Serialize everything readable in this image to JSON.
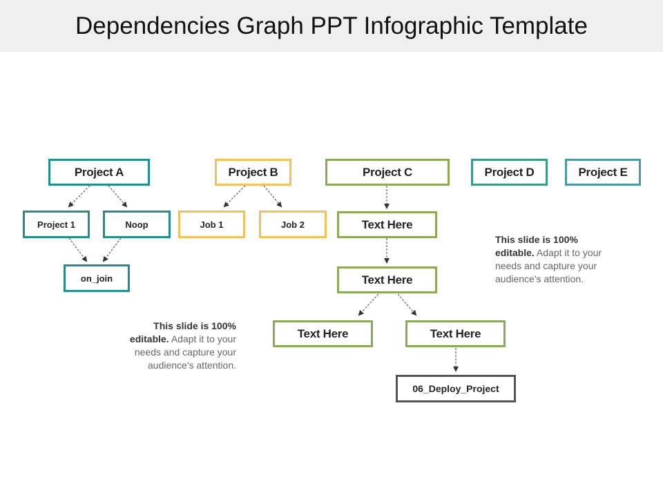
{
  "title": "Dependencies Graph PPT Infographic Template",
  "colors": {
    "teal": "#1f8f8f",
    "yellow": "#f5c05a",
    "green": "#8aab55",
    "projectD": "#3a9a85",
    "projectE": "#4a9aa5",
    "deploy": "#555555"
  },
  "nodes": {
    "project_a": "Project A",
    "project_b": "Project B",
    "project_c": "Project C",
    "project_d": "Project D",
    "project_e": "Project E",
    "project_1": "Project 1",
    "noop": "Noop",
    "on_join": "on_join",
    "job_1": "Job 1",
    "job_2": "Job 2",
    "text_1": "Text Here",
    "text_2": "Text Here",
    "text_3": "Text Here",
    "text_4": "Text Here",
    "deploy": "06_Deploy_Project"
  },
  "notes": {
    "right": {
      "bold": "This slide is 100% editable.",
      "rest": " Adapt it to your needs and capture your audience's attention."
    },
    "left": {
      "bold": "This slide is 100% editable.",
      "rest": " Adapt it to your needs and capture your audience's attention."
    }
  }
}
